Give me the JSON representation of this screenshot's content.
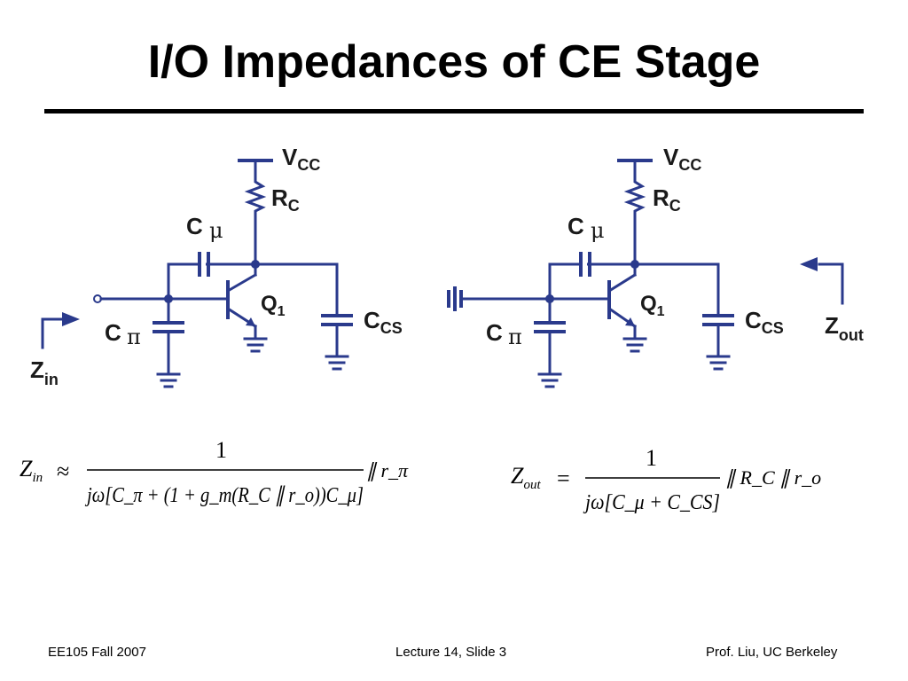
{
  "slide": {
    "title": "I/O Impedances of CE Stage"
  },
  "left_circuit": {
    "vcc": "V",
    "vcc_sub": "CC",
    "rc": "R",
    "rc_sub": "C",
    "cmu": "C",
    "cmu_sym": "μ",
    "cpi": "C",
    "cpi_sym": "π",
    "q1": "Q",
    "q1_sub": "1",
    "ccs": "C",
    "ccs_sub": "CS",
    "z": "Z",
    "z_sub": "in"
  },
  "right_circuit": {
    "vcc": "V",
    "vcc_sub": "CC",
    "rc": "R",
    "rc_sub": "C",
    "cmu": "C",
    "cmu_sym": "μ",
    "cpi": "C",
    "cpi_sym": "π",
    "q1": "Q",
    "q1_sub": "1",
    "ccs": "C",
    "ccs_sub": "CS",
    "z": "Z",
    "z_sub": "out"
  },
  "eq_in": {
    "lhs": "Z",
    "lhs_sub": "in",
    "rel": "≈",
    "num": "1",
    "den": "jω[C_π + (1 + g_m(R_C ∥ r_o))C_μ]",
    "tail": "∥ r_π"
  },
  "eq_out": {
    "lhs": "Z",
    "lhs_sub": "out",
    "rel": "=",
    "num": "1",
    "den": "jω[C_μ + C_CS]",
    "tail": "∥ R_C ∥ r_o"
  },
  "footer": {
    "left": "EE105 Fall 2007",
    "center": "Lecture 14, Slide 3",
    "right": "Prof. Liu, UC Berkeley"
  },
  "colors": {
    "wire": "#2a3a8c",
    "text": "#1a1a1a",
    "rule": "#000000"
  }
}
